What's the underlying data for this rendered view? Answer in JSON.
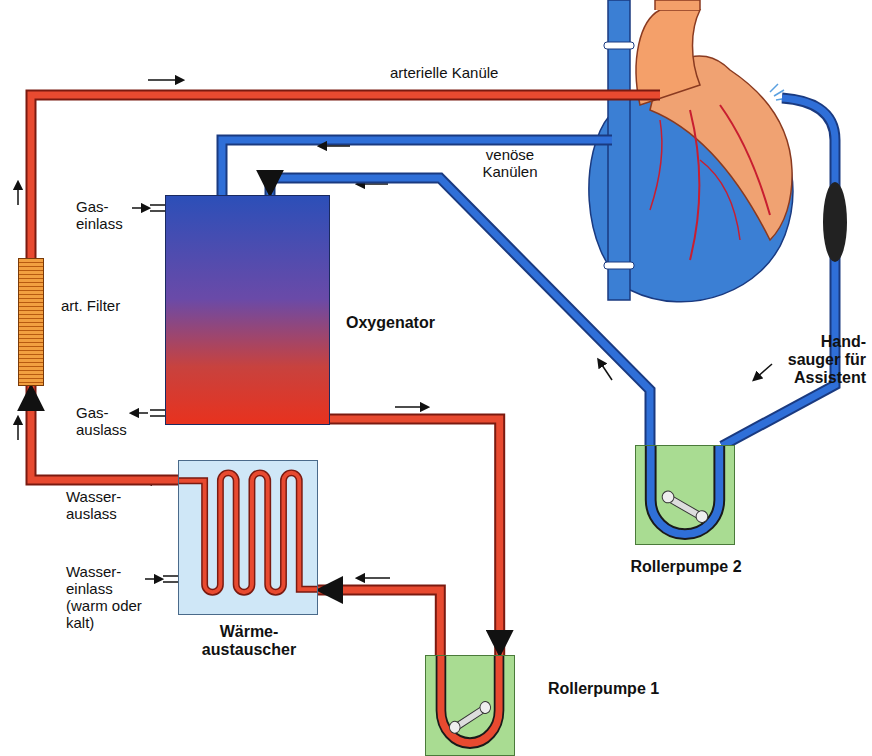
{
  "diagram": {
    "nodes": [
      {
        "text": [
          "Oxygenator"
        ]
      },
      {
        "text": [
          "art. Filter"
        ]
      },
      {
        "text": [
          "Wärme- austauscher"
        ]
      },
      {
        "text": [
          "Rollerpumpe 1"
        ]
      },
      {
        "text": [
          "Rollerpumpe 2"
        ]
      }
    ],
    "edges": [
      {
        "from": 0,
        "to": 3,
        "arrow": "to"
      },
      {
        "from": 3,
        "to": 2,
        "arrow": "to"
      },
      {
        "from": 2,
        "to": 1,
        "arrow": "to"
      },
      {
        "from": 4,
        "to": 0,
        "arrow": "to"
      }
    ],
    "labels": [
      "arterielle Kanüle",
      "venöse Kanülen",
      "Gas- einlass",
      "Gas- auslass",
      "Wasser- auslass",
      "Wasser- einlass (warm oder kalt)",
      "Hand- sauger für Assistent"
    ]
  }
}
